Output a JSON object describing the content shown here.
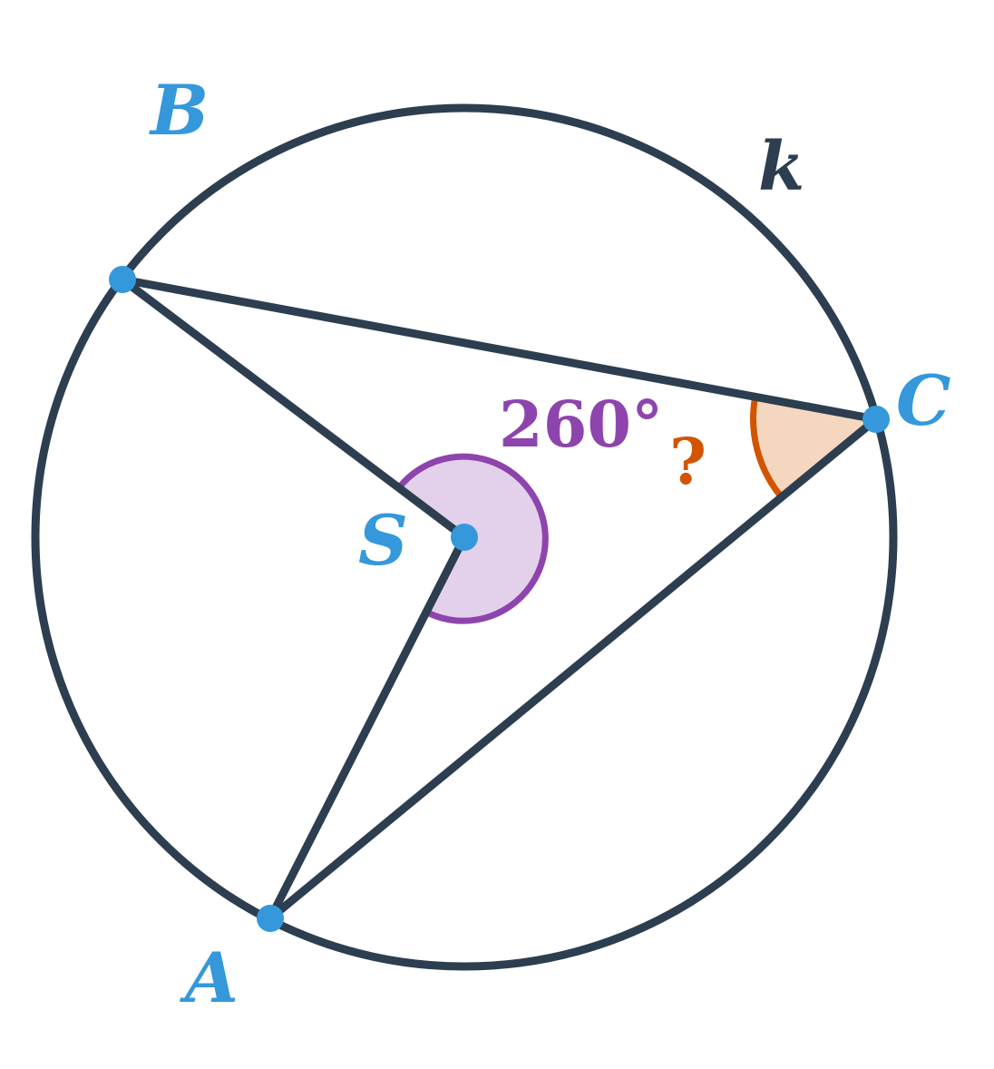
{
  "diagram": {
    "circle_label": "k",
    "center_label": "S",
    "points": {
      "A": "A",
      "B": "B",
      "C": "C"
    },
    "central_angle_label": "260°",
    "unknown_angle_label": "?",
    "colors": {
      "stroke": "#2c3e50",
      "point": "#3498db",
      "central_angle": "#8e44ad",
      "central_angle_fill": "#e3d1eb",
      "unknown_angle": "#d35400",
      "unknown_angle_fill": "#f5d7c0"
    }
  }
}
